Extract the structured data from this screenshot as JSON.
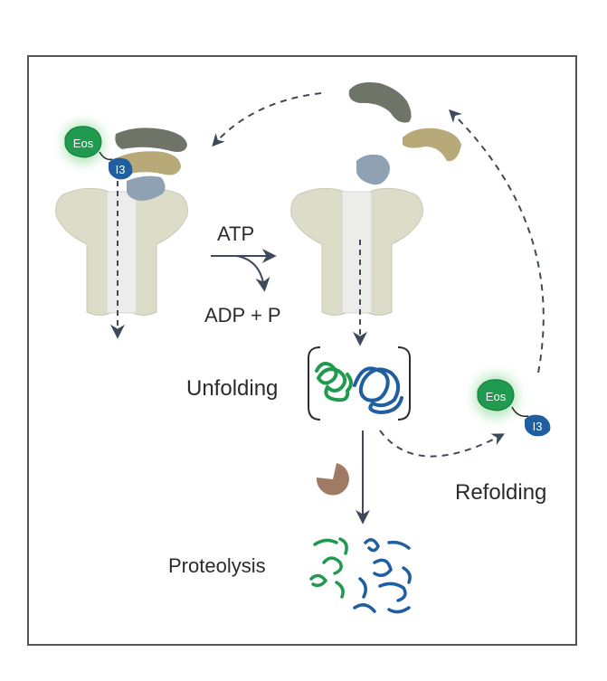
{
  "labels": {
    "atp": "ATP",
    "adp": "ADP + P",
    "unfolding": "Unfolding",
    "proteolysis": "Proteolysis",
    "refolding": "Refolding",
    "eos": "Eos",
    "tag": "I3"
  },
  "colors": {
    "frame": "#555555",
    "arrow": "#3e4a5a",
    "dashed_arrow": "#3e4a5a",
    "eos_green": "#1f9a4e",
    "eos_glow": "#7fd08f",
    "tag_blue": "#1f5fa0",
    "channel_beige": "#dcdcc9",
    "channel_inner": "#ececeb",
    "cap_dark": "#6f7468",
    "cap_tan": "#b7aa78",
    "cap_bluegray": "#8ea2b4",
    "protease": "#a07a64",
    "unfolded_green": "#1f9a4e",
    "unfolded_blue": "#1f5fa0"
  }
}
